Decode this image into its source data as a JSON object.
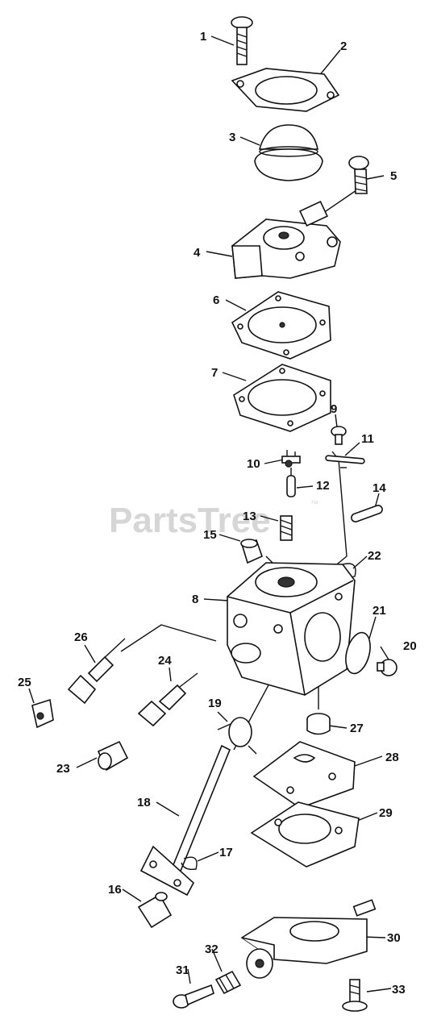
{
  "watermark": {
    "text": "PartsTree",
    "tm": "™"
  },
  "callouts": [
    "1",
    "2",
    "3",
    "4",
    "5",
    "6",
    "7",
    "8",
    "9",
    "10",
    "11",
    "12",
    "13",
    "14",
    "15",
    "16",
    "17",
    "18",
    "19",
    "20",
    "21",
    "22",
    "23",
    "24",
    "25",
    "26",
    "27",
    "28",
    "29",
    "30",
    "31",
    "32",
    "33"
  ]
}
